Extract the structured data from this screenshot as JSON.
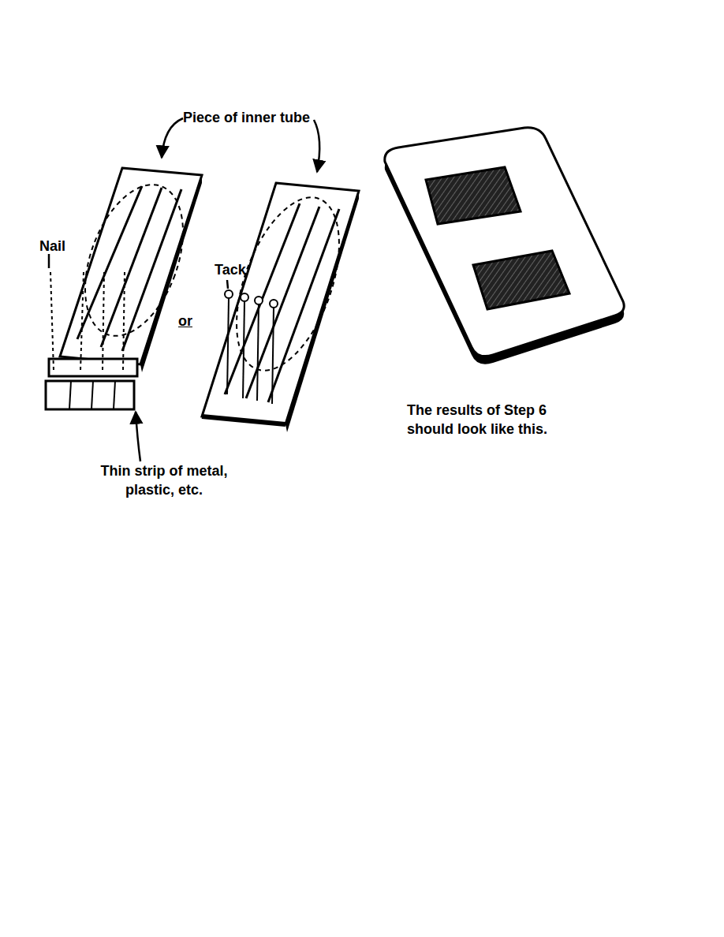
{
  "diagram": {
    "labels": [
      "Piece of inner tube",
      "Nail",
      "Tack",
      "or",
      "Thin strip of metal, plastic, etc.",
      "The results of Step 6 should look like this."
    ]
  }
}
